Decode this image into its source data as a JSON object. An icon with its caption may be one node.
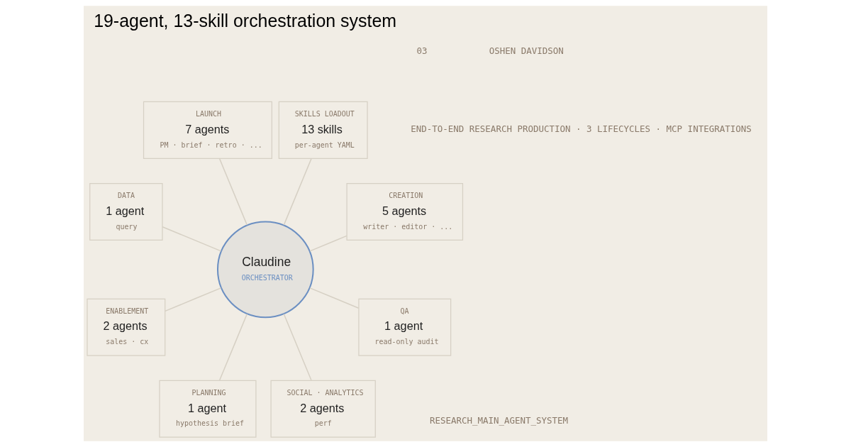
{
  "diagram": {
    "title": "19-agent, 13-skill orchestration system",
    "nodes": [
      {
        "text": [
          "CREATION",
          "5 agents",
          "writer · editor · ..."
        ]
      },
      {
        "text": [
          "SKILLS LOADOUT",
          "13 skills",
          "per-agent YAML"
        ]
      },
      {
        "text": [
          "LAUNCH",
          "7 agents",
          "PM · brief · retro · ..."
        ]
      },
      {
        "text": [
          "DATA",
          "1 agent",
          "query"
        ]
      },
      {
        "text": [
          "Claudine",
          "ORCHESTRATOR"
        ]
      },
      {
        "text": [
          "ENABLEMENT",
          "2 agents",
          "sales · cx"
        ]
      },
      {
        "text": [
          "PLANNING",
          "1 agent",
          "hypothesis brief"
        ]
      },
      {
        "text": [
          "SOCIAL · ANALYTICS",
          "2 agents",
          "perf"
        ]
      },
      {
        "text": [
          "QA",
          "1 agent",
          "read-only audit"
        ]
      }
    ],
    "edges": [
      {
        "from": 4,
        "to": 0,
        "arrow": "none"
      },
      {
        "from": 4,
        "to": 2,
        "arrow": "none"
      },
      {
        "from": 4,
        "to": 5,
        "arrow": "none"
      },
      {
        "from": 4,
        "to": 7,
        "arrow": "none"
      },
      {
        "from": 4,
        "to": 8,
        "arrow": "none"
      },
      {
        "from": 4,
        "to": 6,
        "arrow": "none"
      },
      {
        "from": 4,
        "to": 3,
        "arrow": "none"
      },
      {
        "from": 4,
        "to": 1,
        "arrow": "none"
      }
    ],
    "labels": [
      "RESEARCH_MAIN_AGENT_SYSTEM",
      "03",
      "END-TO-END RESEARCH PRODUCTION · 3 LIFECYCLES · MCP INTEGRATIONS",
      "OSHEN DAVIDSON"
    ]
  }
}
